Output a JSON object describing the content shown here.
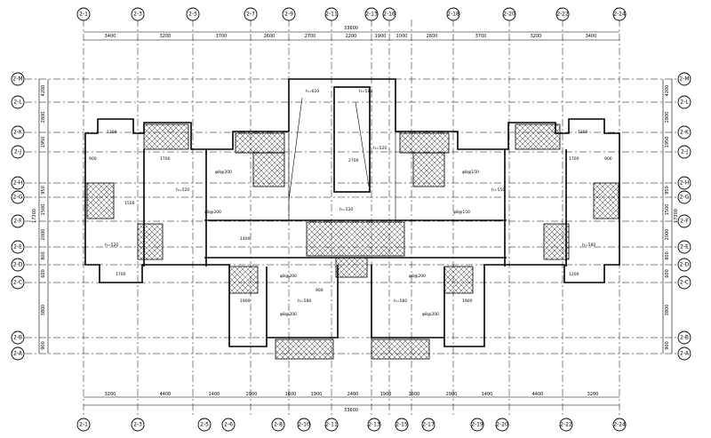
{
  "top_axes": [
    "2-1",
    "2-3",
    "2-5",
    "2-7",
    "2-9",
    "2-11",
    "2-13",
    "2-16",
    "2-18",
    "2-20",
    "2-22",
    "2-24"
  ],
  "bottom_axes": [
    "2-1",
    "2-3",
    "2-5",
    "2-6",
    "2-8",
    "2-10",
    "2-11",
    "2-13",
    "2-15",
    "2-17",
    "2-19",
    "2-20",
    "2-22",
    "2-24"
  ],
  "left_axes": [
    "2-M",
    "2-L",
    "2-K",
    "2-J",
    "2-H",
    "2-G",
    "2-F",
    "2-E",
    "2-D",
    "2-C",
    "2-B",
    "2-A"
  ],
  "right_axes": [
    "2-M",
    "2-L",
    "2-K",
    "2-J",
    "2-H",
    "2-G",
    "2-F",
    "2-E",
    "2-D",
    "2-C",
    "2-B",
    "2-A"
  ],
  "top_dims": [
    "3400",
    "3200",
    "3700",
    "2600",
    "2700",
    "2200",
    "1900",
    "1000",
    "2600",
    "3700",
    "3200",
    "3400"
  ],
  "top_total": "33600",
  "bottom_dims": [
    "3200",
    "4400",
    "1400",
    "2900",
    "1600",
    "1900",
    "2400",
    "1900",
    "1600",
    "2900",
    "1400",
    "4400",
    "3200"
  ],
  "bottom_total": "33600",
  "left_dims": [
    "4200",
    "2800",
    "1950",
    "950",
    "1500",
    "2000",
    "800",
    "600",
    "3800",
    "900"
  ],
  "left_total": "17300",
  "right_dims": [
    "4200",
    "2800",
    "1950",
    "950",
    "1500",
    "2000",
    "800",
    "600",
    "3800",
    "900"
  ],
  "right_total": "17300",
  "slab_labels": [
    "h=620",
    "h=520",
    "h=520",
    "h=520",
    "h=550",
    "h=520",
    "h=580",
    "h=580",
    "h=580",
    "h=580"
  ],
  "bar_labels": [
    "φ8@200",
    "φ8@150",
    "φ8@200",
    "φ8@150",
    "φ8@200",
    "φ8@200",
    "φ8@200",
    "φ8@200"
  ],
  "small_dims": [
    "1200",
    "1700",
    "900",
    "1500",
    "1400",
    "1700",
    "1200",
    "900",
    "1900",
    "1900",
    "900",
    "2700",
    "1700",
    "1200"
  ]
}
